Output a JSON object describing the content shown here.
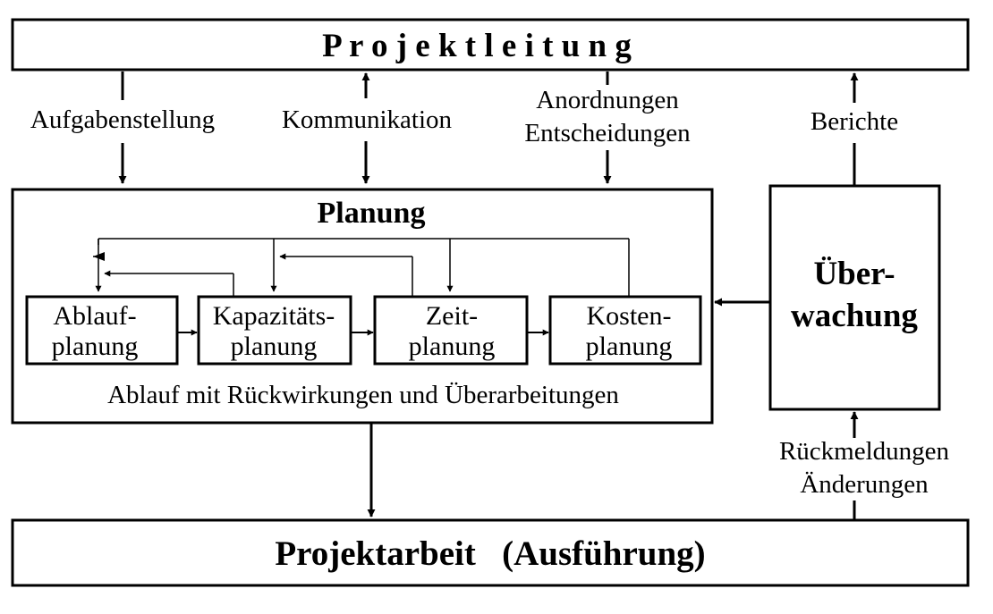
{
  "top_box": {
    "title": "P r o j e k t l e i t u n g"
  },
  "labels": {
    "aufgaben": "Aufgabenstellung",
    "kommunikation": "Kommunikation",
    "anordnungen_line1": "Anordnungen",
    "anordnungen_line2": "Entscheidungen",
    "berichte": "Berichte",
    "rueckmeldungen_line1": "Rückmeldungen",
    "rueckmeldungen_line2": "Änderungen"
  },
  "planung": {
    "title": "Planung",
    "caption": "Ablauf mit Rückwirkungen und Überarbeitungen",
    "steps": [
      {
        "line1": "Ablauf-",
        "line2": "planung"
      },
      {
        "line1": "Kapazitäts-",
        "line2": "planung"
      },
      {
        "line1": "Zeit-",
        "line2": "planung"
      },
      {
        "line1": "Kosten-",
        "line2": "planung"
      }
    ]
  },
  "ueberwachung": {
    "line1": "Über-",
    "line2": "wachung"
  },
  "bottom_box": {
    "title": "Projektarbeit   (Ausführung)"
  }
}
